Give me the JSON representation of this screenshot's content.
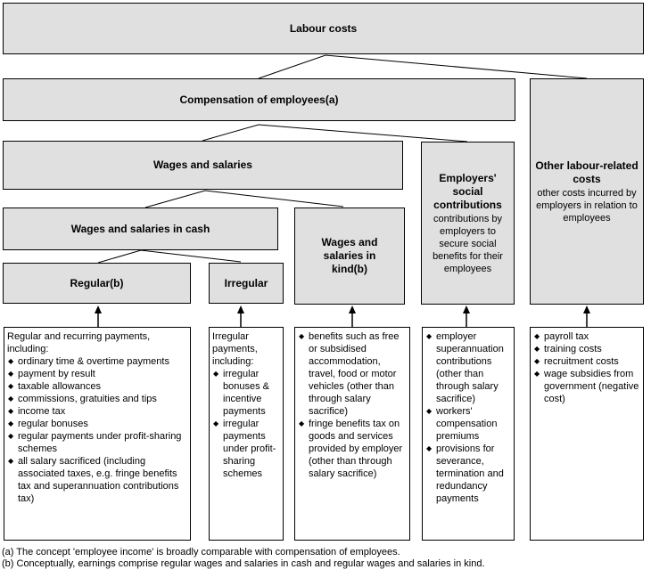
{
  "diagram": {
    "colors": {
      "box_fill": "#e0e0e0",
      "box_border": "#000000",
      "detail_fill": "#ffffff",
      "text": "#000000"
    },
    "icons": {
      "bullet": "◆"
    },
    "boxes": {
      "labour_costs": {
        "label": "Labour costs"
      },
      "compensation": {
        "label": "Compensation of employees(a)"
      },
      "wages_salaries": {
        "label": "Wages and salaries"
      },
      "cash": {
        "label": "Wages and salaries in cash"
      },
      "kind": {
        "label": "Wages and salaries in kind(b)"
      },
      "regular": {
        "label": "Regular(b)"
      },
      "irregular": {
        "label": "Irregular"
      },
      "employers_social": {
        "title": "Employers' social contributions",
        "description": "contributions by employers to secure social benefits for their employees"
      },
      "other_costs": {
        "title": "Other labour-related costs",
        "description": "other costs incurred by employers in relation to employees"
      }
    },
    "details": {
      "regular": {
        "intro": "Regular and recurring payments, including:",
        "items": [
          "ordinary time & overtime payments",
          "payment by result",
          "taxable allowances",
          "commissions, gratuities and tips",
          "income tax",
          "regular bonuses",
          "regular payments under profit-sharing schemes",
          "all salary sacrificed (including associated taxes, e.g. fringe benefits tax and superannuation contributions tax)"
        ]
      },
      "irregular": {
        "intro": "Irregular payments, including:",
        "items": [
          "irregular bonuses & incentive payments",
          "irregular payments under profit-sharing schemes"
        ]
      },
      "kind": {
        "intro": "",
        "items": [
          "benefits such as free or subsidised accommodation, travel, food or motor vehicles (other than through salary sacrifice)",
          "fringe benefits tax on goods and services provided by employer (other than through salary sacrifice)"
        ]
      },
      "employers_social": {
        "intro": "",
        "items": [
          "employer superannuation contributions (other than through salary sacrifice)",
          "workers' compensation premiums",
          "provisions for severance, termination and redundancy payments"
        ]
      },
      "other_costs": {
        "intro": "",
        "items": [
          "payroll tax",
          "training costs",
          "recruitment costs",
          "wage subsidies from government (negative cost)"
        ]
      }
    },
    "footnotes": [
      "(a) The concept 'employee income' is broadly comparable with compensation of employees.",
      "(b) Conceptually, earnings comprise regular wages and salaries in cash and regular wages and salaries in kind."
    ]
  }
}
